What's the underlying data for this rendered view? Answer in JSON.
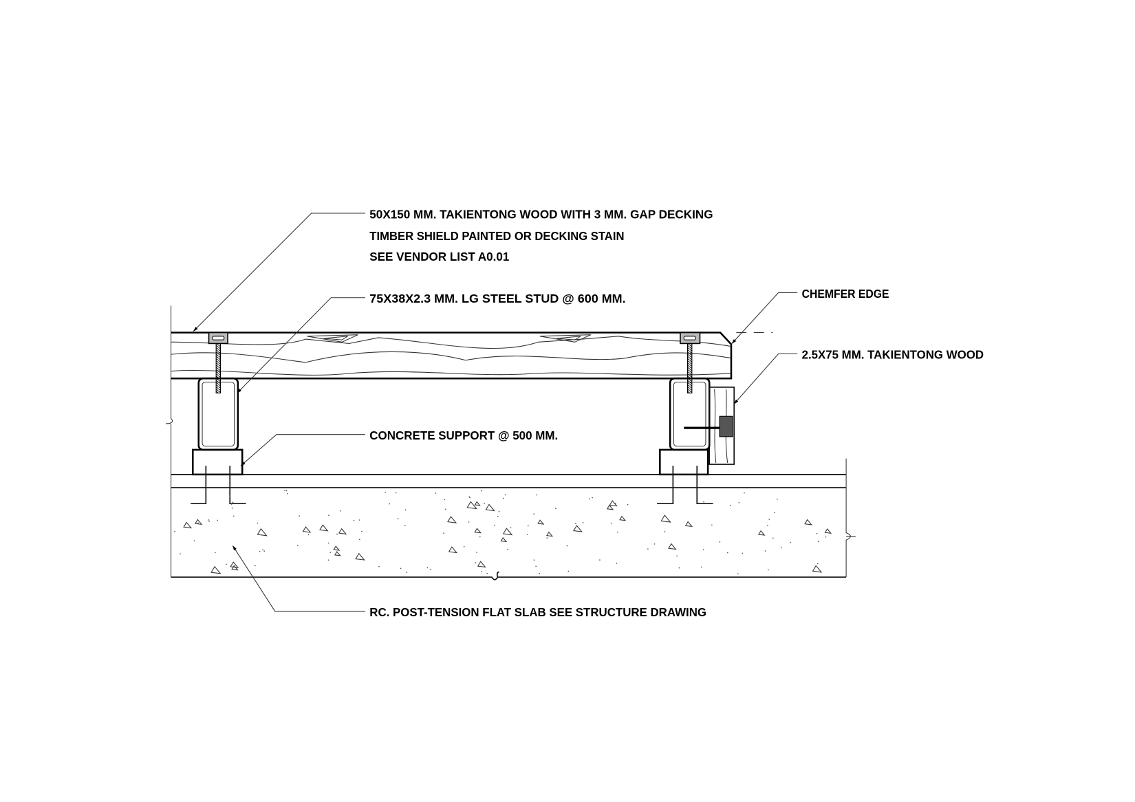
{
  "drawing": {
    "labels": {
      "decking_line1": "50X150 MM. TAKIENTONG WOOD WITH 3 MM. GAP DECKING",
      "decking_line2": "TIMBER SHIELD PAINTED OR DECKING STAIN",
      "decking_line3": "SEE VENDOR LIST A0.01",
      "steel_stud": "75X38X2.3 MM. LG STEEL STUD @ 600 MM.",
      "concrete_support": "CONCRETE SUPPORT @ 500 MM.",
      "chamfer_edge": "CHEMFER EDGE",
      "fascia_wood": "2.5X75 MM. TAKIENTONG WOOD",
      "slab": "RC. POST-TENSION FLAT SLAB SEE STRUCTURE DRAWING"
    }
  }
}
